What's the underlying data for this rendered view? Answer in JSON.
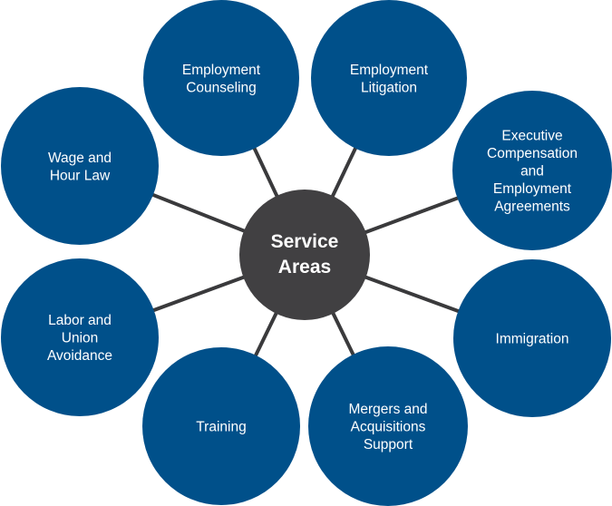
{
  "colors": {
    "node_fill": "#00508a",
    "hub_fill": "#414042",
    "connector": "#3a3a3c",
    "text": "#ffffff"
  },
  "hub": {
    "label_lines": [
      "Service",
      "Areas"
    ]
  },
  "nodes": [
    {
      "id": "employment-counseling",
      "label_lines": [
        "Employment",
        "Counseling"
      ]
    },
    {
      "id": "employment-litigation",
      "label_lines": [
        "Employment",
        "Litigation"
      ]
    },
    {
      "id": "executive-compensation",
      "label_lines": [
        "Executive",
        "Compensation",
        "and",
        "Employment",
        "Agreements"
      ]
    },
    {
      "id": "immigration",
      "label_lines": [
        "Immigration"
      ]
    },
    {
      "id": "mergers-acquisitions",
      "label_lines": [
        "Mergers and",
        "Acquisitions",
        "Support"
      ]
    },
    {
      "id": "training",
      "label_lines": [
        "Training"
      ]
    },
    {
      "id": "labor-union",
      "label_lines": [
        "Labor and",
        "Union",
        "Avoidance"
      ]
    },
    {
      "id": "wage-hour",
      "label_lines": [
        "Wage and",
        "Hour Law"
      ]
    }
  ]
}
